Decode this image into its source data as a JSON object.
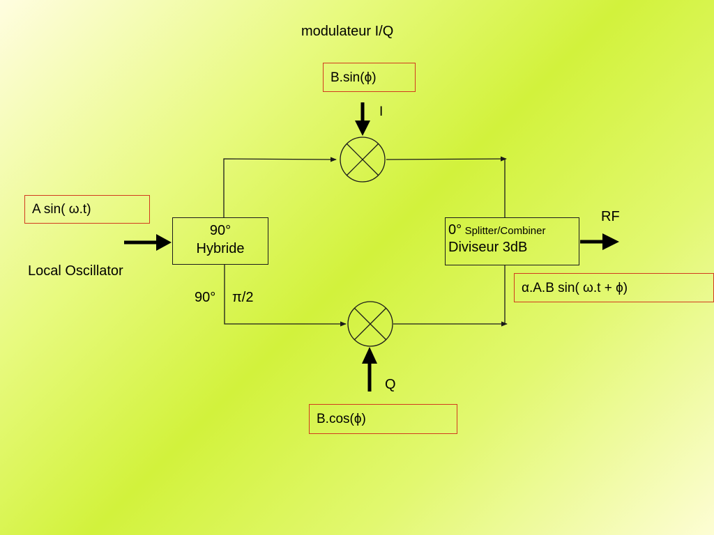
{
  "title": "modulateur I/Q",
  "inputs": {
    "local_oscillator_signal": "A sin( ω.t)",
    "local_oscillator_label": "Local Oscillator",
    "i_signal": "B.sin(ϕ)",
    "i_label": "I",
    "q_signal": "B.cos(ϕ)",
    "q_label": "Q"
  },
  "hybrid": {
    "line1": "90°",
    "line2": "Hybride",
    "port_label": "90°",
    "phase_label": "π/2"
  },
  "combiner": {
    "deg": "0°",
    "name_small": "Splitter/Combiner",
    "name": "Diviseur 3dB"
  },
  "output": {
    "label": "RF",
    "signal": "α.A.B sin( ω.t + ϕ)"
  },
  "colors": {
    "box_border": "#d13a1e",
    "line": "#1a1a1a"
  }
}
